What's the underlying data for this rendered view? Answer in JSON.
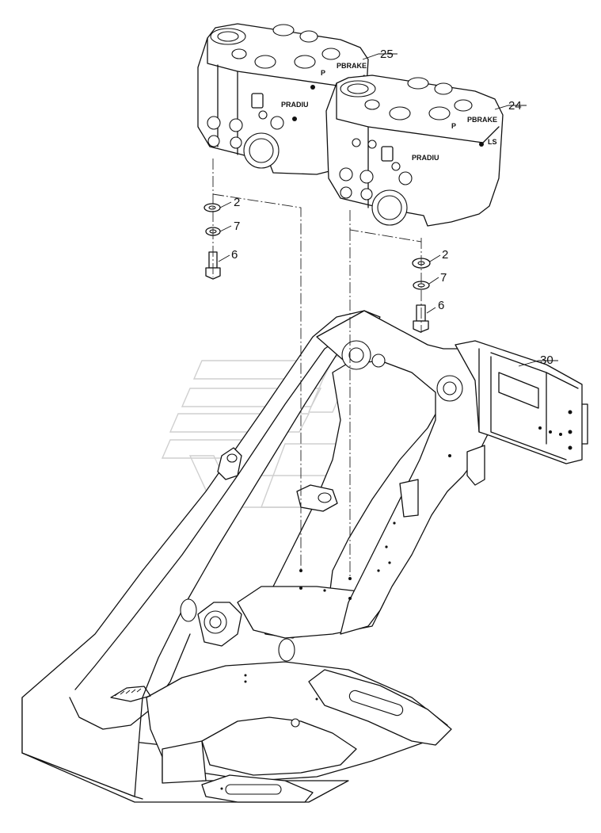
{
  "diagram": {
    "callouts": {
      "c25": "25",
      "c24": "24",
      "c2a": "2",
      "c7a": "7",
      "c6a": "6",
      "c2b": "2",
      "c7b": "7",
      "c6b": "6",
      "c30": "30"
    },
    "valve_markings": {
      "v25_p": "P",
      "v25_pbrake": "PBRAKE",
      "v25_pradiu": "PRADIU",
      "v24_p": "P",
      "v24_pbrake": "PBRAKE",
      "v24_pradiu": "PRADIU",
      "v24_ls": "LS"
    },
    "parts": [
      {
        "id": "25",
        "icon": "control-valve-block"
      },
      {
        "id": "24",
        "icon": "control-valve-block"
      },
      {
        "id": "2",
        "icon": "washer"
      },
      {
        "id": "7",
        "icon": "lock-washer"
      },
      {
        "id": "6",
        "icon": "bolt"
      },
      {
        "id": "30",
        "icon": "loader-frame"
      }
    ],
    "watermark_icon": "logo-watermark"
  }
}
